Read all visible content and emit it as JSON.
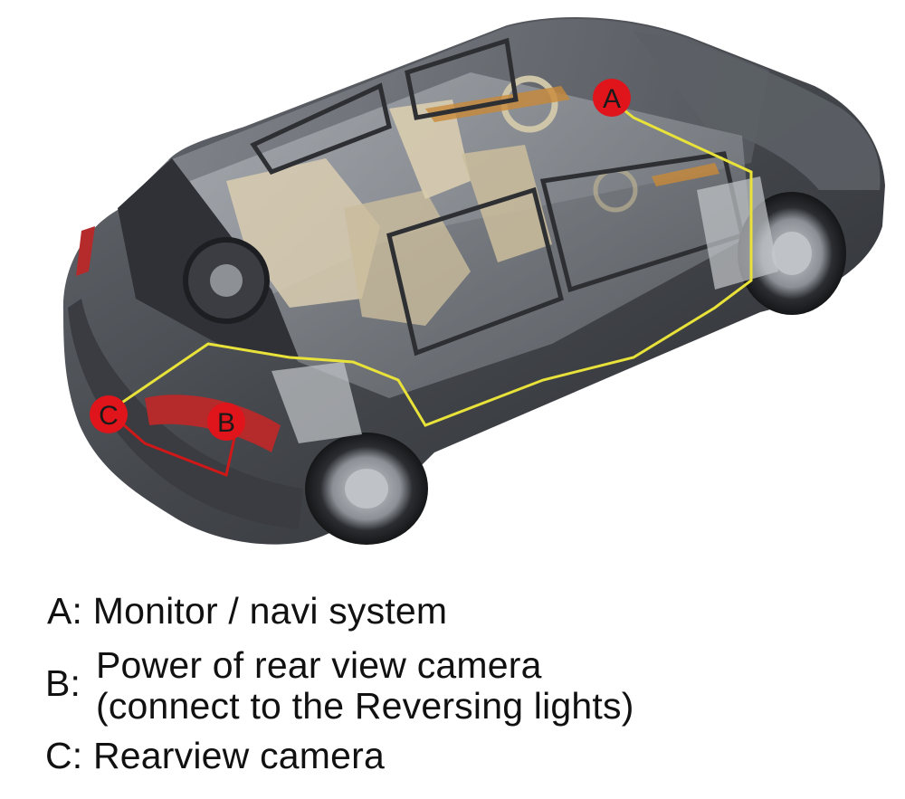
{
  "markers": [
    {
      "letter": "A",
      "color": "#e0141b"
    },
    {
      "letter": "B",
      "color": "#e0141b"
    },
    {
      "letter": "C",
      "color": "#e0141b"
    }
  ],
  "wire_color": "#e8e23a",
  "power_wire_color": "#d01818",
  "car_body_color": "#4a4d52",
  "interior_color": "#d9cdb0",
  "legend": {
    "a": "A: Monitor / navi system",
    "b_key": "B:",
    "b_line1": "Power of rear view camera",
    "b_line2": "(connect to the Reversing lights)",
    "c": "C: Rearview camera"
  }
}
